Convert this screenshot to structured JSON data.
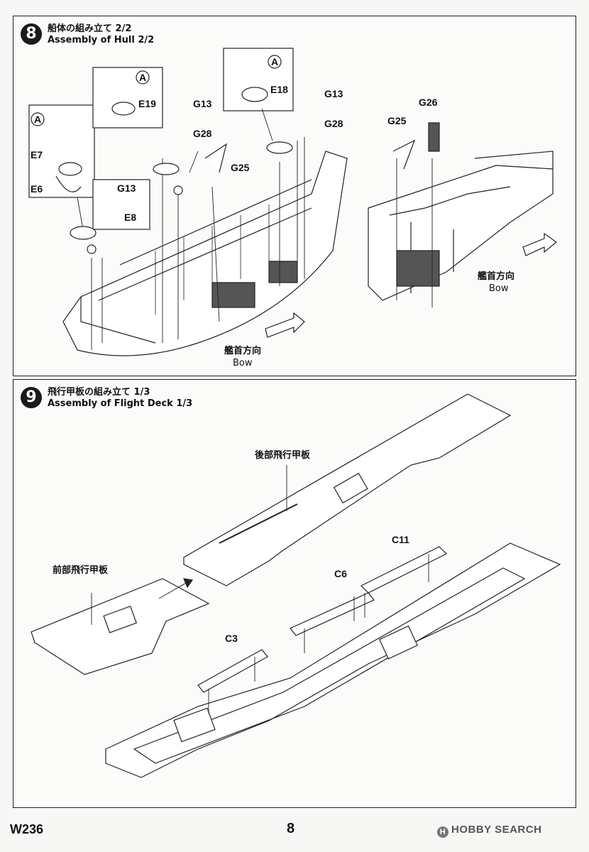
{
  "steps": [
    {
      "number": "8",
      "title_jp": "船体の組み立て 2/2",
      "title_en": "Assembly of Hull 2/2",
      "parts": [
        "E7",
        "E6",
        "E19",
        "E18",
        "E8",
        "G13",
        "G28",
        "G25",
        "G26"
      ],
      "callout_letter": "A",
      "direction_jp": "艦首方向",
      "direction_en": "Bow"
    },
    {
      "number": "9",
      "title_jp": "飛行甲板の組み立て 1/3",
      "title_en": "Assembly of Flight Deck 1/3",
      "rear_deck": "後部飛行甲板",
      "front_deck": "前部飛行甲板",
      "parts": [
        "C11",
        "C6",
        "C3"
      ]
    }
  ],
  "footer": {
    "code": "W236",
    "page": "8",
    "watermark": "HOBBY SEARCH"
  }
}
